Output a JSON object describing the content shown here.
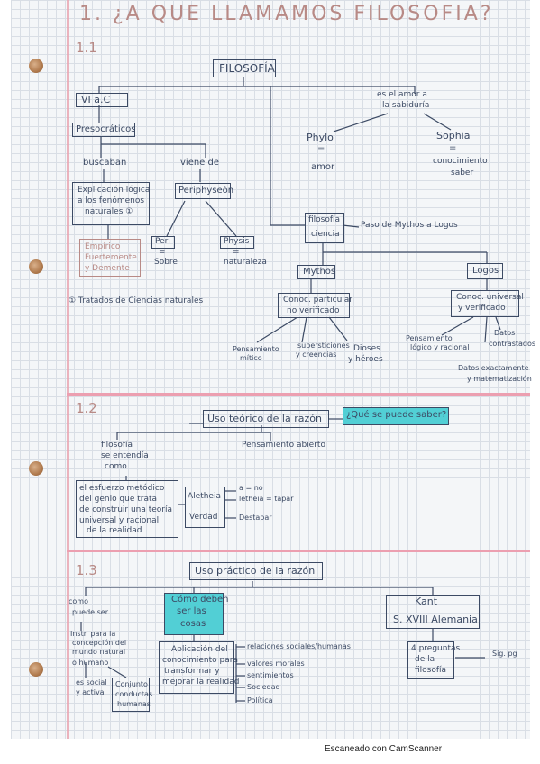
{
  "title": "1. ¿A QUE LLAMAMOS FILOSOFIA?",
  "s1": {
    "number": "1.1",
    "filosofia": "FILOSOFÍA",
    "siglo": "VI a.C",
    "amor_sab_1": "es el amor a",
    "amor_sab_2": "la sabiduría",
    "presocraticos": "Presocráticos",
    "phylo": "Phylo",
    "eq": "=",
    "amor": "amor",
    "sophia": "Sophia",
    "conocimiento": "conocimiento",
    "saber": "saber",
    "buscaban": "buscaban",
    "viene_de": "viene de",
    "explicacion_1": "Explicación lógica",
    "explicacion_2": "a los fenómenos",
    "explicacion_3": "naturales ①",
    "periphyson": "Periphyseón",
    "filo_ciencia_1": "filosofía",
    "filo_ciencia_2": "ciencia",
    "paso": "Paso de Mythos a Logos",
    "empirico_1": "Empírico",
    "empirico_2": "Fuertemente",
    "empirico_3": "y Demente",
    "peri": "Peri",
    "sobre": "Sobre",
    "physis": "Physis",
    "naturaleza": "naturaleza",
    "mythos": "Mythos",
    "logos": "Logos",
    "tratados": "① Tratados de Ciencias naturales",
    "conoc_part_1": "Conoc. particular",
    "conoc_part_2": "no verificado",
    "conoc_univ_1": "Conoc. universal",
    "conoc_univ_2": "y verificado",
    "pens_logico_1": "Pensamiento",
    "pens_logico_2": "lógico y racional",
    "datos_1": "Datos",
    "datos_2": "contrastados",
    "pens_mitico_1": "Pensamiento",
    "pens_mitico_2": "mítico",
    "superst_1": "supersticiones",
    "superst_2": "y creencias",
    "dioses_1": "Dioses",
    "dioses_2": "y héroes",
    "datos_exactos_1": "Datos exactamente",
    "datos_exactos_2": "y matematización"
  },
  "s2": {
    "number": "1.2",
    "uso_teorico": "Uso teórico de la razón",
    "pregunta": "¿Qué se puede saber?",
    "filo_entend_1": "filosofía",
    "filo_entend_2": "se entendía",
    "filo_entend_3": "como",
    "pens_abierto": "Pensamiento abierto",
    "esfuerzo_1": "el esfuerzo metódico",
    "esfuerzo_2": "del genio que trata",
    "esfuerzo_3": "de construir una teoría",
    "esfuerzo_4": "universal y racional",
    "esfuerzo_5": "de la realidad",
    "aletheia": "Aletheia",
    "verdad": "Verdad",
    "a_no": "a = no",
    "letheia": "letheia = tapar",
    "destapar": "Destapar"
  },
  "s3": {
    "number": "1.3",
    "uso_practico": "Uso práctico de la razón",
    "como_1": "como",
    "como_2": "puede ser",
    "deben_1": "Cómo deben",
    "deben_2": "ser las",
    "deben_3": "cosas",
    "kant": "Kant",
    "era": "S. XVIII Alemania",
    "instr_1": "Instr. para la",
    "instr_2": "concepción del",
    "instr_3": "mundo natural",
    "instr_4": "o humano",
    "aplic_1": "Aplicación del",
    "aplic_2": "conocimiento para",
    "aplic_3": "transformar y",
    "aplic_4": "mejorar la realidad",
    "rel_sociales": "relaciones sociales/humanas",
    "valores": "valores morales",
    "sentimientos": "sentimientos",
    "sociedad": "Sociedad",
    "politica": "Política",
    "preg_1": "4 preguntas",
    "preg_2": "de la",
    "preg_3": "filosofía",
    "sig_pg": "Sig. pg",
    "social_1": "es social",
    "social_2": "y activa",
    "conj_1": "Conjunto",
    "conj_2": "conductas",
    "conj_3": "humanas"
  },
  "footer": "Escaneado con CamScanner"
}
